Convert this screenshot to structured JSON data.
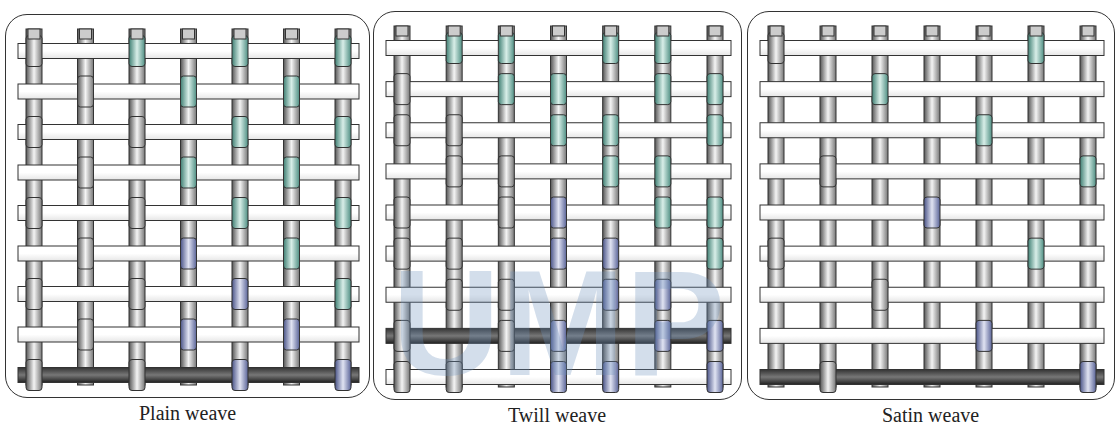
{
  "diagram": {
    "nodes": [
      {
        "text": [
          "Plain weave"
        ]
      },
      {
        "text": [
          "Twill weave"
        ]
      },
      {
        "text": [
          "Satin weave"
        ]
      }
    ],
    "labels": [
      "UMP"
    ]
  }
}
